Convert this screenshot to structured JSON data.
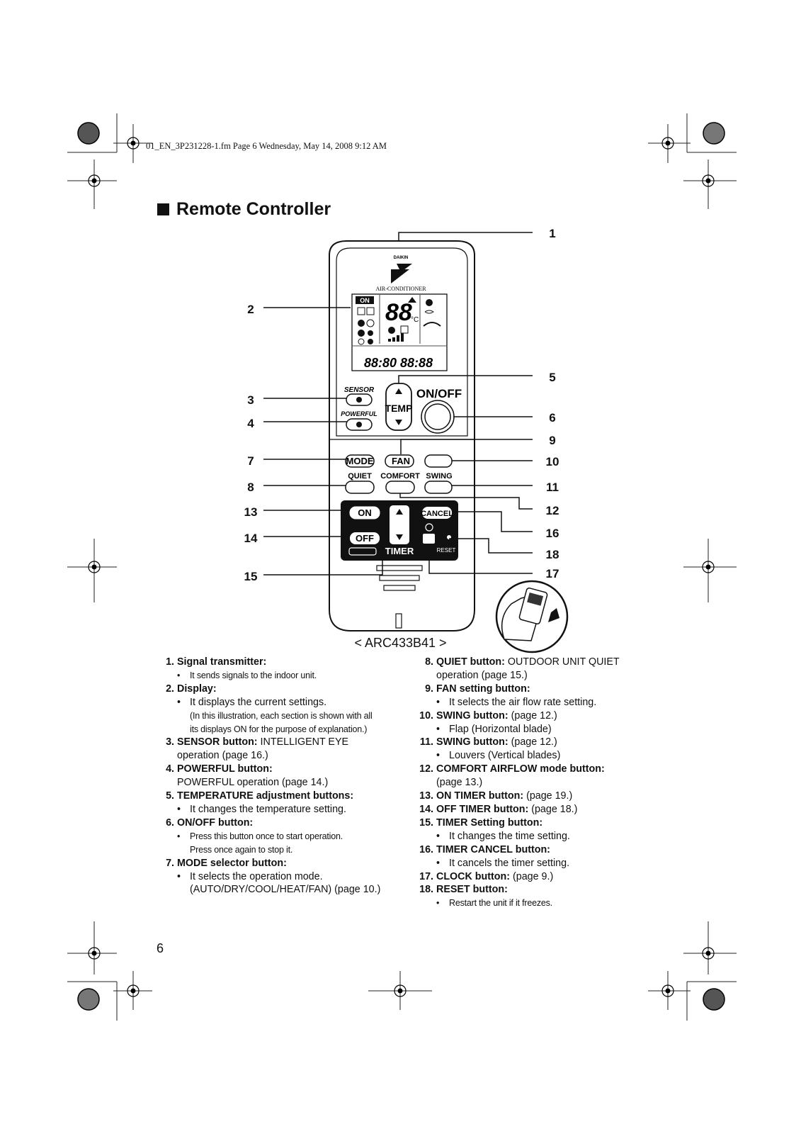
{
  "header": {
    "file_line": "01_EN_3P231228-1.fm  Page 6  Wednesday, May 14, 2008  9:12 AM"
  },
  "title": "Remote Controller",
  "remote": {
    "brand": "DAIKIN",
    "subtitle": "AIR-CONDITIONER",
    "display_on": "ON",
    "display_temp": "88",
    "display_unit": "°C",
    "display_clock": "88:80  88:88",
    "sensor_label": "SENSOR",
    "powerful_label": "POWERFUL",
    "temp_label": "TEMP",
    "onoff_label": "ON/OFF",
    "mode_label": "MODE",
    "fan_label": "FAN",
    "quiet_label": "QUIET",
    "comfort_label": "COMFORT",
    "swing_label": "SWING",
    "on_label": "ON",
    "off_label": "OFF",
    "cancel_label": "CANCEL",
    "timer_label": "TIMER",
    "reset_label": "RESET"
  },
  "callout_numbers": [
    "1",
    "2",
    "3",
    "4",
    "5",
    "6",
    "7",
    "8",
    "9",
    "10",
    "11",
    "12",
    "13",
    "14",
    "15",
    "16",
    "17",
    "18"
  ],
  "model": "< ARC433B41 >",
  "left_items": [
    {
      "n": "1.",
      "title": "Signal transmitter:",
      "rest": "",
      "subs": [
        "It sends signals to the indoor unit."
      ],
      "small": true
    },
    {
      "n": "2.",
      "title": "Display:",
      "rest": "",
      "subs": [
        "It displays the current settings."
      ],
      "note1": "(In this illustration, each section is shown with all",
      "note2": "its displays ON for the purpose of explanation.)"
    },
    {
      "n": "3.",
      "title": "SENSOR button:",
      "rest": " INTELLIGENT EYE",
      "cont": "operation (page 16.)"
    },
    {
      "n": "4.",
      "title": "POWERFUL button:",
      "rest": "",
      "cont": "POWERFUL operation (page 14.)"
    },
    {
      "n": "5.",
      "title": "TEMPERATURE adjustment buttons:",
      "rest": "",
      "subs": [
        "It changes the temperature setting."
      ]
    },
    {
      "n": "6.",
      "title": "ON/OFF button:",
      "rest": "",
      "subs": [
        "Press this button once to start operation."
      ],
      "note1": "Press once again to stop it."
    },
    {
      "n": "7.",
      "title": "MODE selector button:",
      "rest": "",
      "subs": [
        "It selects the operation mode."
      ],
      "cont": "(AUTO/DRY/COOL/HEAT/FAN) (page 10.)"
    }
  ],
  "right_items": [
    {
      "n": "8.",
      "title": "QUIET button:",
      "rest": " OUTDOOR UNIT QUIET",
      "cont": "operation (page 15.)"
    },
    {
      "n": "9.",
      "title": "FAN setting button:",
      "rest": "",
      "subs": [
        "It selects the air flow rate setting."
      ]
    },
    {
      "n": "10.",
      "title": "SWING button:",
      "rest": " (page 12.)",
      "subs": [
        "Flap (Horizontal blade)"
      ]
    },
    {
      "n": "11.",
      "title": "SWING button:",
      "rest": " (page 12.)",
      "subs": [
        "Louvers (Vertical blades)"
      ]
    },
    {
      "n": "12.",
      "title": "COMFORT AIRFLOW mode button:",
      "rest": "",
      "cont": "(page 13.)"
    },
    {
      "n": "13.",
      "title": "ON TIMER button:",
      "rest": " (page 19.)"
    },
    {
      "n": "14.",
      "title": "OFF TIMER button:",
      "rest": " (page 18.)"
    },
    {
      "n": "15.",
      "title": "TIMER Setting button:",
      "rest": "",
      "subs": [
        "It changes the time setting."
      ]
    },
    {
      "n": "16.",
      "title": "TIMER CANCEL button:",
      "rest": "",
      "subs": [
        "It cancels the timer setting."
      ]
    },
    {
      "n": "17.",
      "title": "CLOCK button:",
      "rest": " (page 9.)"
    },
    {
      "n": "18.",
      "title": "RESET button:",
      "rest": "",
      "subs": [
        "Restart the unit if it freezes."
      ],
      "small": true
    }
  ],
  "page_number": "6"
}
